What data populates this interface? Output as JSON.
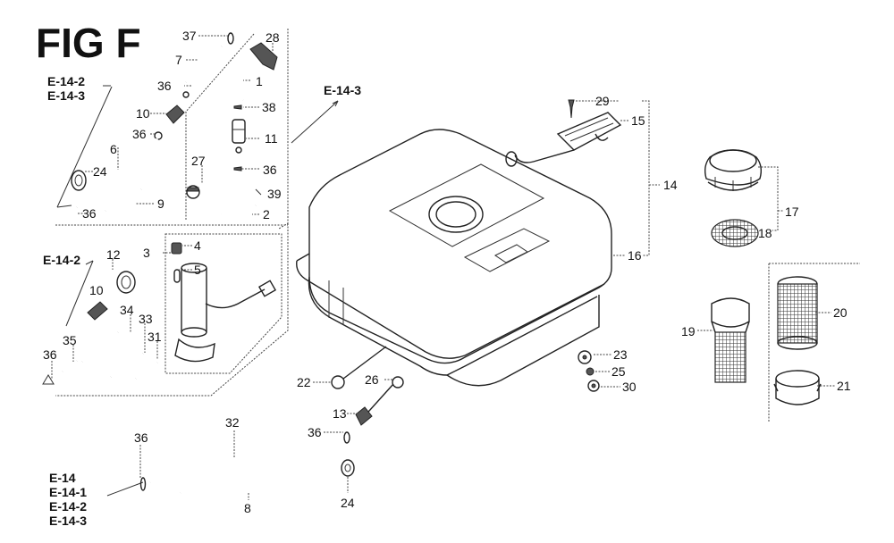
{
  "title": "FIG F",
  "references": {
    "top_left": [
      "E-14-2",
      "E-14-3"
    ],
    "tank_arrow": "E-14-3",
    "pump_panel": "E-14-2",
    "bottom_left": [
      "E-14",
      "E-14-1",
      "E-14-2",
      "E-14-3"
    ]
  },
  "parts": {
    "p1": "1",
    "p2": "2",
    "p3": "3",
    "p4": "4",
    "p5": "5",
    "p6": "6",
    "p7": "7",
    "p8": "8",
    "p9": "9",
    "p10a": "10",
    "p10b": "10",
    "p11": "11",
    "p12": "12",
    "p13": "13",
    "p14": "14",
    "p15": "15",
    "p16": "16",
    "p17": "17",
    "p18": "18",
    "p19": "19",
    "p20": "20",
    "p21": "21",
    "p22": "22",
    "p23": "23",
    "p24a": "24",
    "p24b": "24",
    "p25": "25",
    "p26": "26",
    "p27": "27",
    "p28": "28",
    "p29": "29",
    "p30": "30",
    "p31": "31",
    "p32": "32",
    "p33": "33",
    "p34": "34",
    "p35": "35",
    "p36a": "36",
    "p36b": "36",
    "p36c": "36",
    "p36d": "36",
    "p36e": "36",
    "p36f": "36",
    "p36g": "36",
    "p37": "37",
    "p38": "38",
    "p39": "39"
  }
}
